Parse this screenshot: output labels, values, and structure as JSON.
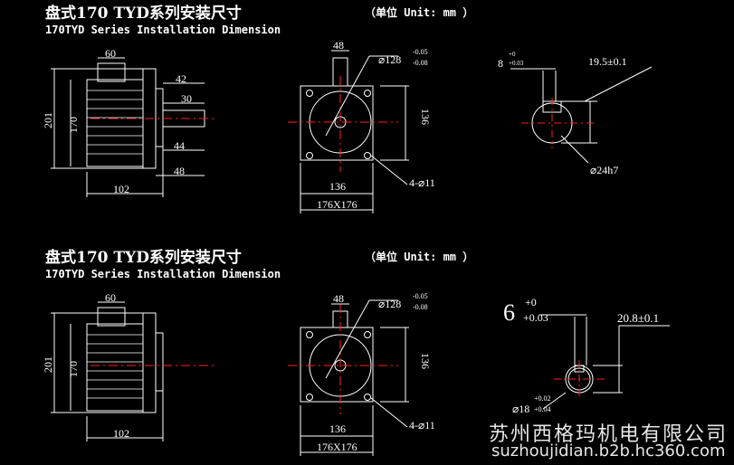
{
  "sections": [
    {
      "title": "盘式170 TYD系列安装尺寸",
      "unit": "（单位 Unit: mm ）",
      "subtitle": "170TYD Series Installation Dimension",
      "side": {
        "shaft_width": "60",
        "d42": "42",
        "d30": "30",
        "d44": "44",
        "d48": "48",
        "height": "201",
        "inner": "170",
        "length": "102"
      },
      "front": {
        "key": "48",
        "dia": "⌀128",
        "tol_up": "-0.05",
        "tol_dn": "-0.08",
        "height": "136",
        "width": "136",
        "outer": "176X176",
        "holes": "4-⌀11"
      },
      "shaft": {
        "key": "8",
        "key_up": "+0",
        "key_dn": "+0.03",
        "depth": "19.5±0.1",
        "dia": "⌀24h7"
      }
    },
    {
      "title": "盘式170 TYD系列安装尺寸",
      "unit": "（单位 Unit: mm ）",
      "subtitle": "170TYD Series Installation Dimension",
      "side": {
        "shaft_width": "60",
        "height": "201",
        "inner": "170",
        "length": "102"
      },
      "front": {
        "key": "48",
        "dia": "⌀128",
        "tol_up": "-0.05",
        "tol_dn": "-0.08",
        "height": "136",
        "width": "136",
        "outer": "176X176",
        "holes": "4-⌀11"
      },
      "shaft": {
        "key": "6",
        "key_up": "+0",
        "key_dn": "+0.03",
        "depth": "20.8±0.1",
        "dia": "⌀18",
        "dia_up": "+0.02",
        "dia_dn": "+0.04"
      }
    }
  ],
  "watermark": {
    "company": "苏州西格玛机电有限公司",
    "url": "suzhoujidian.b2b.hc360.com"
  },
  "colors": {
    "line": "#ffffff",
    "center": "#ff2020",
    "background": "#000000"
  }
}
